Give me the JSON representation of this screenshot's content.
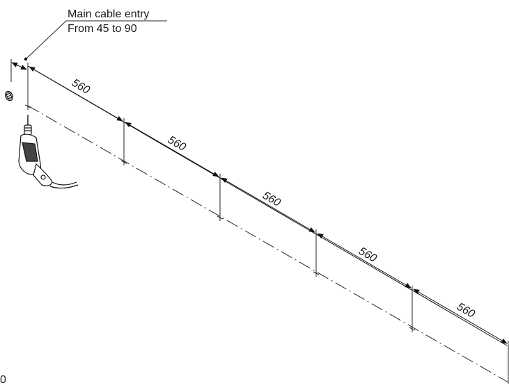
{
  "callout": {
    "title": "Main cable entry",
    "subtitle": "From 45 to 90"
  },
  "dimensions": [
    "560",
    "560",
    "560",
    "560",
    "560"
  ],
  "corner_label": "0",
  "icons": {
    "drill": "power-drill-icon",
    "plug": "cable-plug-icon"
  }
}
